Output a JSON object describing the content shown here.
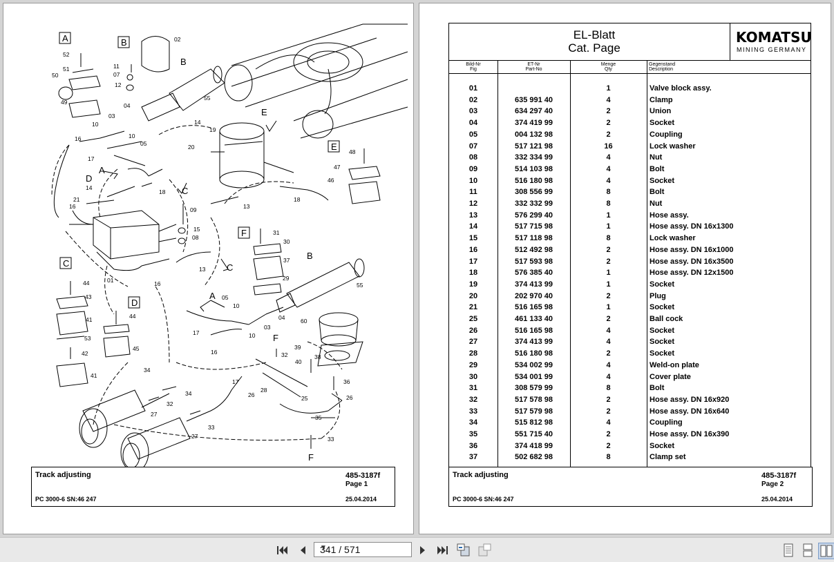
{
  "left_page": {
    "labels": {
      "A1": "A",
      "B1": "B",
      "n02": "02",
      "n52": "52",
      "n51": "51",
      "n50": "50",
      "n49": "49",
      "n11": "11",
      "n07": "07",
      "n12": "12",
      "B2": "B",
      "n55a": "55",
      "n03a": "03",
      "n04a": "04",
      "n10a": "10",
      "n10b": "10",
      "n05a": "05",
      "n16a": "16",
      "n17a": "17",
      "D1": "D",
      "A2": "A",
      "n14a": "14",
      "n21": "21",
      "n16b": "16",
      "n18a": "18",
      "C1": "C",
      "n14b": "14",
      "n19": "19",
      "n20": "20",
      "E1": "E",
      "E2": "E",
      "n48": "48",
      "n47": "47",
      "n46": "46",
      "n13a": "13",
      "n18b": "18",
      "n09": "09",
      "n15": "15",
      "n08": "08",
      "F1": "F",
      "n31": "31",
      "n30": "30",
      "n37": "37",
      "n29": "29",
      "n13b": "13",
      "C2": "C",
      "B3": "B",
      "n55b": "55",
      "n01": "01",
      "n16c": "16",
      "C3": "C",
      "n44a": "44",
      "n43": "43",
      "n41a": "41",
      "n53": "53",
      "n42": "42",
      "n41b": "41",
      "D2": "D",
      "n44b": "44",
      "n45": "45",
      "A3": "A",
      "n05b": "05",
      "n10c": "10",
      "n03b": "03",
      "n04b": "04",
      "n17b": "17",
      "n16d": "16",
      "n10d": "10",
      "n60": "60",
      "F2": "F",
      "n39": "39",
      "n32": "32",
      "n40": "40",
      "n38": "38",
      "n36": "36",
      "n34a": "34",
      "n32b": "32",
      "n27a": "27",
      "n34b": "34",
      "n27b": "27",
      "n33a": "33",
      "n17c": "17",
      "n28": "28",
      "n26a": "26",
      "n25": "25",
      "n26b": "26",
      "n35": "35",
      "n33b": "33",
      "F3": "F"
    },
    "footer": {
      "title": "Track adjusting",
      "doc_no": "485-3187f",
      "page": "Page 1",
      "model": "PC 3000-6 SN:46 247",
      "date": "25.04.2014"
    }
  },
  "right_page": {
    "header": {
      "line1": "EL-Blatt",
      "line2": "Cat. Page"
    },
    "logo": {
      "main": "KOMATSU",
      "sub": "MINING GERMANY"
    },
    "columns": [
      {
        "de": "Bild-Nr",
        "en": "Fig"
      },
      {
        "de": "ET-Nr",
        "en": "Part-No"
      },
      {
        "de": "Menge",
        "en": "Qty"
      },
      {
        "de": "Gegenstand",
        "en": "Description"
      }
    ],
    "rows": [
      {
        "fig": "01",
        "part": "",
        "qty": "1",
        "desc": "Valve block assy."
      },
      {
        "fig": "02",
        "part": "635 991 40",
        "qty": "4",
        "desc": "Clamp"
      },
      {
        "fig": "03",
        "part": "634 297 40",
        "qty": "2",
        "desc": "Union"
      },
      {
        "fig": "04",
        "part": "374 419 99",
        "qty": "2",
        "desc": "Socket"
      },
      {
        "fig": "05",
        "part": "004 132 98",
        "qty": "2",
        "desc": "Coupling"
      },
      {
        "fig": "07",
        "part": "517 121 98",
        "qty": "16",
        "desc": "Lock washer"
      },
      {
        "fig": "08",
        "part": "332 334 99",
        "qty": "4",
        "desc": "Nut"
      },
      {
        "fig": "09",
        "part": "514 103 98",
        "qty": "4",
        "desc": "Bolt"
      },
      {
        "fig": "10",
        "part": "516 180 98",
        "qty": "4",
        "desc": "Socket"
      },
      {
        "fig": "11",
        "part": "308 556 99",
        "qty": "8",
        "desc": "Bolt"
      },
      {
        "fig": "12",
        "part": "332 332 99",
        "qty": "8",
        "desc": "Nut"
      },
      {
        "fig": "13",
        "part": "576 299 40",
        "qty": "1",
        "desc": "Hose assy."
      },
      {
        "fig": "14",
        "part": "517 715 98",
        "qty": "1",
        "desc": "Hose assy. DN 16x1300"
      },
      {
        "fig": "15",
        "part": "517 118 98",
        "qty": "8",
        "desc": "Lock washer"
      },
      {
        "fig": "16",
        "part": "512 492 98",
        "qty": "2",
        "desc": "Hose assy. DN 16x1000"
      },
      {
        "fig": "17",
        "part": "517 593 98",
        "qty": "2",
        "desc": "Hose assy. DN 16x3500"
      },
      {
        "fig": "18",
        "part": "576 385 40",
        "qty": "1",
        "desc": "Hose assy. DN 12x1500"
      },
      {
        "fig": "19",
        "part": "374 413 99",
        "qty": "1",
        "desc": "Socket"
      },
      {
        "fig": "20",
        "part": "202 970 40",
        "qty": "2",
        "desc": "Plug"
      },
      {
        "fig": "21",
        "part": "516 165 98",
        "qty": "1",
        "desc": "Socket"
      },
      {
        "fig": "25",
        "part": "461 133 40",
        "qty": "2",
        "desc": "Ball cock"
      },
      {
        "fig": "26",
        "part": "516 165 98",
        "qty": "4",
        "desc": "Socket"
      },
      {
        "fig": "27",
        "part": "374 413 99",
        "qty": "4",
        "desc": "Socket"
      },
      {
        "fig": "28",
        "part": "516 180 98",
        "qty": "2",
        "desc": "Socket"
      },
      {
        "fig": "29",
        "part": "534 002 99",
        "qty": "4",
        "desc": "Weld-on plate"
      },
      {
        "fig": "30",
        "part": "534 001 99",
        "qty": "4",
        "desc": "Cover plate"
      },
      {
        "fig": "31",
        "part": "308 579 99",
        "qty": "8",
        "desc": "Bolt"
      },
      {
        "fig": "32",
        "part": "517 578 98",
        "qty": "2",
        "desc": "Hose assy. DN 16x920"
      },
      {
        "fig": "33",
        "part": "517 579 98",
        "qty": "2",
        "desc": "Hose assy. DN 16x640"
      },
      {
        "fig": "34",
        "part": "515 812 98",
        "qty": "4",
        "desc": "Coupling"
      },
      {
        "fig": "35",
        "part": "551 715 40",
        "qty": "2",
        "desc": "Hose assy. DN 16x390"
      },
      {
        "fig": "36",
        "part": "374 418 99",
        "qty": "2",
        "desc": "Socket"
      },
      {
        "fig": "37",
        "part": "502 682 98",
        "qty": "8",
        "desc": "Clamp set"
      }
    ],
    "footer": {
      "title": "Track adjusting",
      "doc_no": "485-3187f",
      "page": "Page 2",
      "model": "PC 3000-6 SN:46 247",
      "date": "25.04.2014"
    }
  },
  "toolbar": {
    "page_indicator": "341 / 571",
    "icons": [
      "first-page-icon",
      "prev-page-icon",
      "next-page-icon",
      "last-page-icon",
      "go-back-view-icon",
      "go-forward-view-icon",
      "single-page-view-icon",
      "continuous-view-icon",
      "two-page-view-icon"
    ]
  }
}
